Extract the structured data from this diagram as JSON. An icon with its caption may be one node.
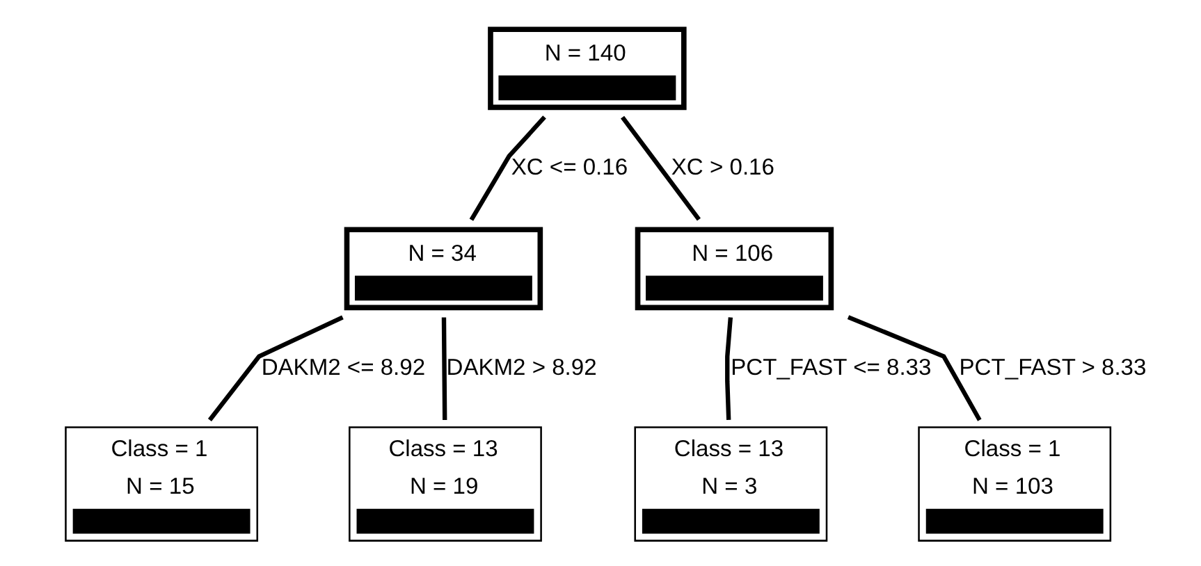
{
  "diagram": {
    "nodes": [
      {
        "text": [
          "N = 140"
        ]
      },
      {
        "text": [
          "N = 34"
        ]
      },
      {
        "text": [
          "N = 106"
        ]
      },
      {
        "text": [
          "Class = 1",
          "N = 15"
        ]
      },
      {
        "text": [
          "Class = 13",
          "N = 19"
        ]
      },
      {
        "text": [
          "Class = 13",
          "N = 3"
        ]
      },
      {
        "text": [
          "Class = 1",
          "N = 103"
        ]
      }
    ],
    "edges": [
      {
        "from": 0,
        "to": 1,
        "arrow": "none",
        "label": "XC <= 0.16"
      },
      {
        "from": 0,
        "to": 2,
        "arrow": "none",
        "label": "XC > 0.16"
      },
      {
        "from": 1,
        "to": 3,
        "arrow": "none",
        "label": "DAKM2 <= 8.92"
      },
      {
        "from": 1,
        "to": 4,
        "arrow": "none",
        "label": "DAKM2 > 8.92"
      },
      {
        "from": 2,
        "to": 5,
        "arrow": "none",
        "label": "PCT_FAST <= 8.33"
      },
      {
        "from": 2,
        "to": 6,
        "arrow": "none",
        "label": "PCT_FAST > 8.33"
      }
    ]
  }
}
